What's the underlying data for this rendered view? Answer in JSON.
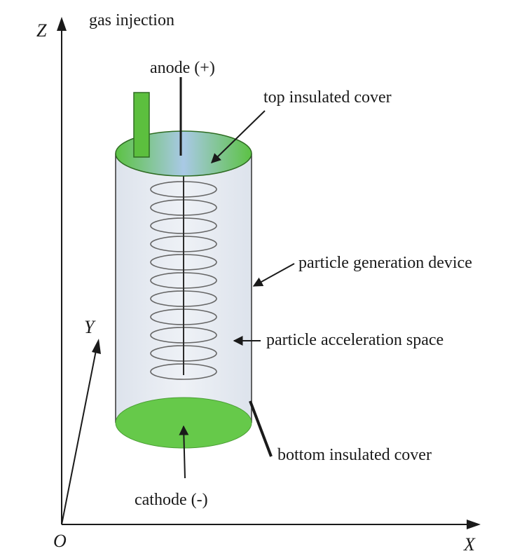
{
  "axes": {
    "x_label": "X",
    "y_label": "Y",
    "z_label": "Z",
    "origin_label": "O"
  },
  "labels": {
    "gas_injection": "gas injection",
    "anode": "anode (+)",
    "top_cover": "top insulated cover",
    "device": "particle generation device",
    "acceleration_space": "particle acceleration space",
    "bottom_cover": "bottom insulated cover",
    "cathode": "cathode (-)"
  },
  "colors": {
    "cover_green": "#66c94a",
    "cylinder_fill": "#e6ebf2",
    "coil": "#666666",
    "ink": "#1a1a1a"
  },
  "coil_turns": 11
}
